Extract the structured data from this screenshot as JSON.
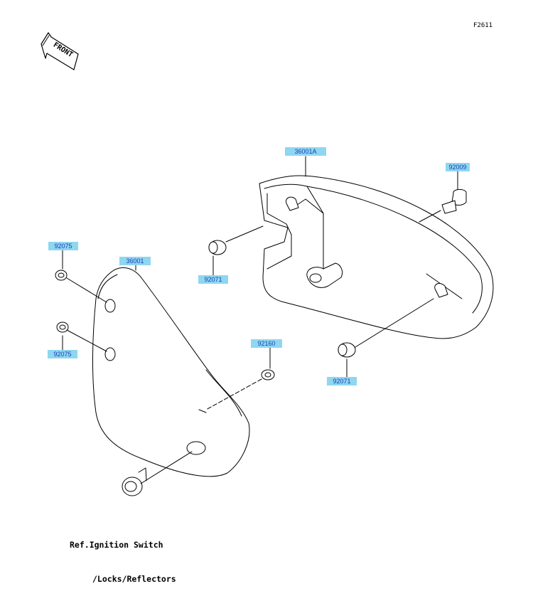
{
  "figure_id": "F2611",
  "front_arrow_label": "FRONT",
  "parts": [
    {
      "id": "p-36001A",
      "number": "36001A"
    },
    {
      "id": "p-92009",
      "number": "92009"
    },
    {
      "id": "p-92075a",
      "number": "92075"
    },
    {
      "id": "p-36001",
      "number": "36001"
    },
    {
      "id": "p-92071a",
      "number": "92071"
    },
    {
      "id": "p-92075b",
      "number": "92075"
    },
    {
      "id": "p-92160",
      "number": "92160"
    },
    {
      "id": "p-92071b",
      "number": "92071"
    }
  ],
  "reference_note": {
    "line1": "Ref.Ignition Switch",
    "line2": "/Locks/Reflectors"
  }
}
